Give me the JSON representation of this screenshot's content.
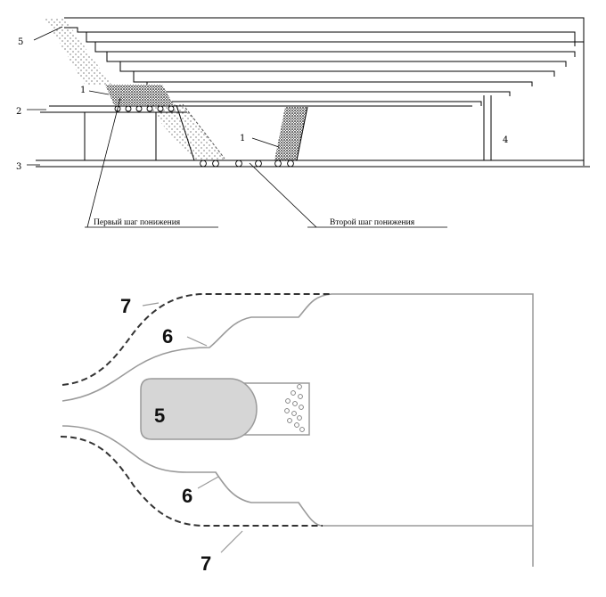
{
  "top_diagram": {
    "callouts": {
      "ore_pile_upper": "1",
      "ore_pile_lower": "1",
      "level_upper": "2",
      "level_lower": "3",
      "support_post": "4",
      "caved_zone": "5"
    },
    "captions": {
      "first_step": "Первый шаг понижения",
      "second_step": "Второй шаг понижения"
    }
  },
  "bottom_diagram": {
    "callouts": {
      "pillar": "5",
      "contour_upper": "6",
      "contour_lower": "6",
      "boundary_upper": "7",
      "boundary_lower": "7"
    }
  },
  "colors": {
    "line": "#000000",
    "contour": "#8a8a8a",
    "pillar_fill": "#d4d4d4",
    "background": "#ffffff"
  }
}
